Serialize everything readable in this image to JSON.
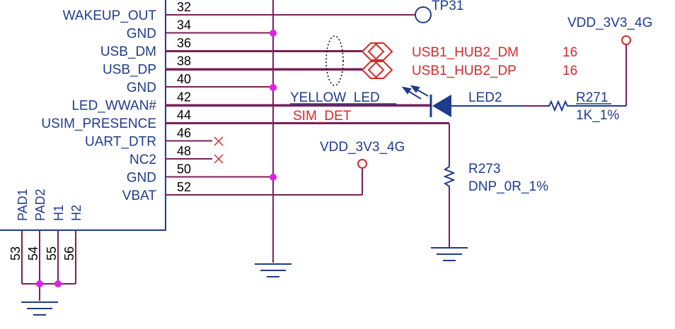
{
  "connector": {
    "pins": [
      {
        "name": "WAKEUP_OUT",
        "number": "32"
      },
      {
        "name": "GND",
        "number": "34"
      },
      {
        "name": "USB_DM",
        "number": "36"
      },
      {
        "name": "USB_DP",
        "number": "38"
      },
      {
        "name": "GND",
        "number": "40"
      },
      {
        "name": "LED_WWAN#",
        "number": "42"
      },
      {
        "name": "USIM_PRESENCE",
        "number": "44"
      },
      {
        "name": "UART_DTR",
        "number": "46"
      },
      {
        "name": "NC2",
        "number": "48"
      },
      {
        "name": "GND",
        "number": "50"
      },
      {
        "name": "VBAT",
        "number": "52"
      }
    ],
    "bottom_pins": [
      {
        "name": "PAD1",
        "number": "53"
      },
      {
        "name": "PAD2",
        "number": "54"
      },
      {
        "name": "H1",
        "number": "55"
      },
      {
        "name": "H2",
        "number": "56"
      }
    ]
  },
  "testpoint": {
    "label": "TP31"
  },
  "power": {
    "top_right": "VDD_3V3_4G",
    "middle": "VDD_3V3_4G"
  },
  "usb_nets": [
    {
      "name": "USB1_HUB2_DM",
      "sheet": "16"
    },
    {
      "name": "USB1_HUB2_DP",
      "sheet": "16"
    }
  ],
  "nets": {
    "yellow_led": "YELLOW_LED",
    "sim_det": "SIM_DET"
  },
  "led": {
    "ref": "LED2"
  },
  "r271": {
    "ref": "R271",
    "value": "1K_1%"
  },
  "r273": {
    "ref": "R273",
    "value": "DNP_0R_1%"
  },
  "colors": {
    "wire": "#7a1f5c",
    "component": "#1f3b8c",
    "net_red": "#d42a2a",
    "junction": "#e020e0",
    "led_fill": "#1f3b8c"
  }
}
